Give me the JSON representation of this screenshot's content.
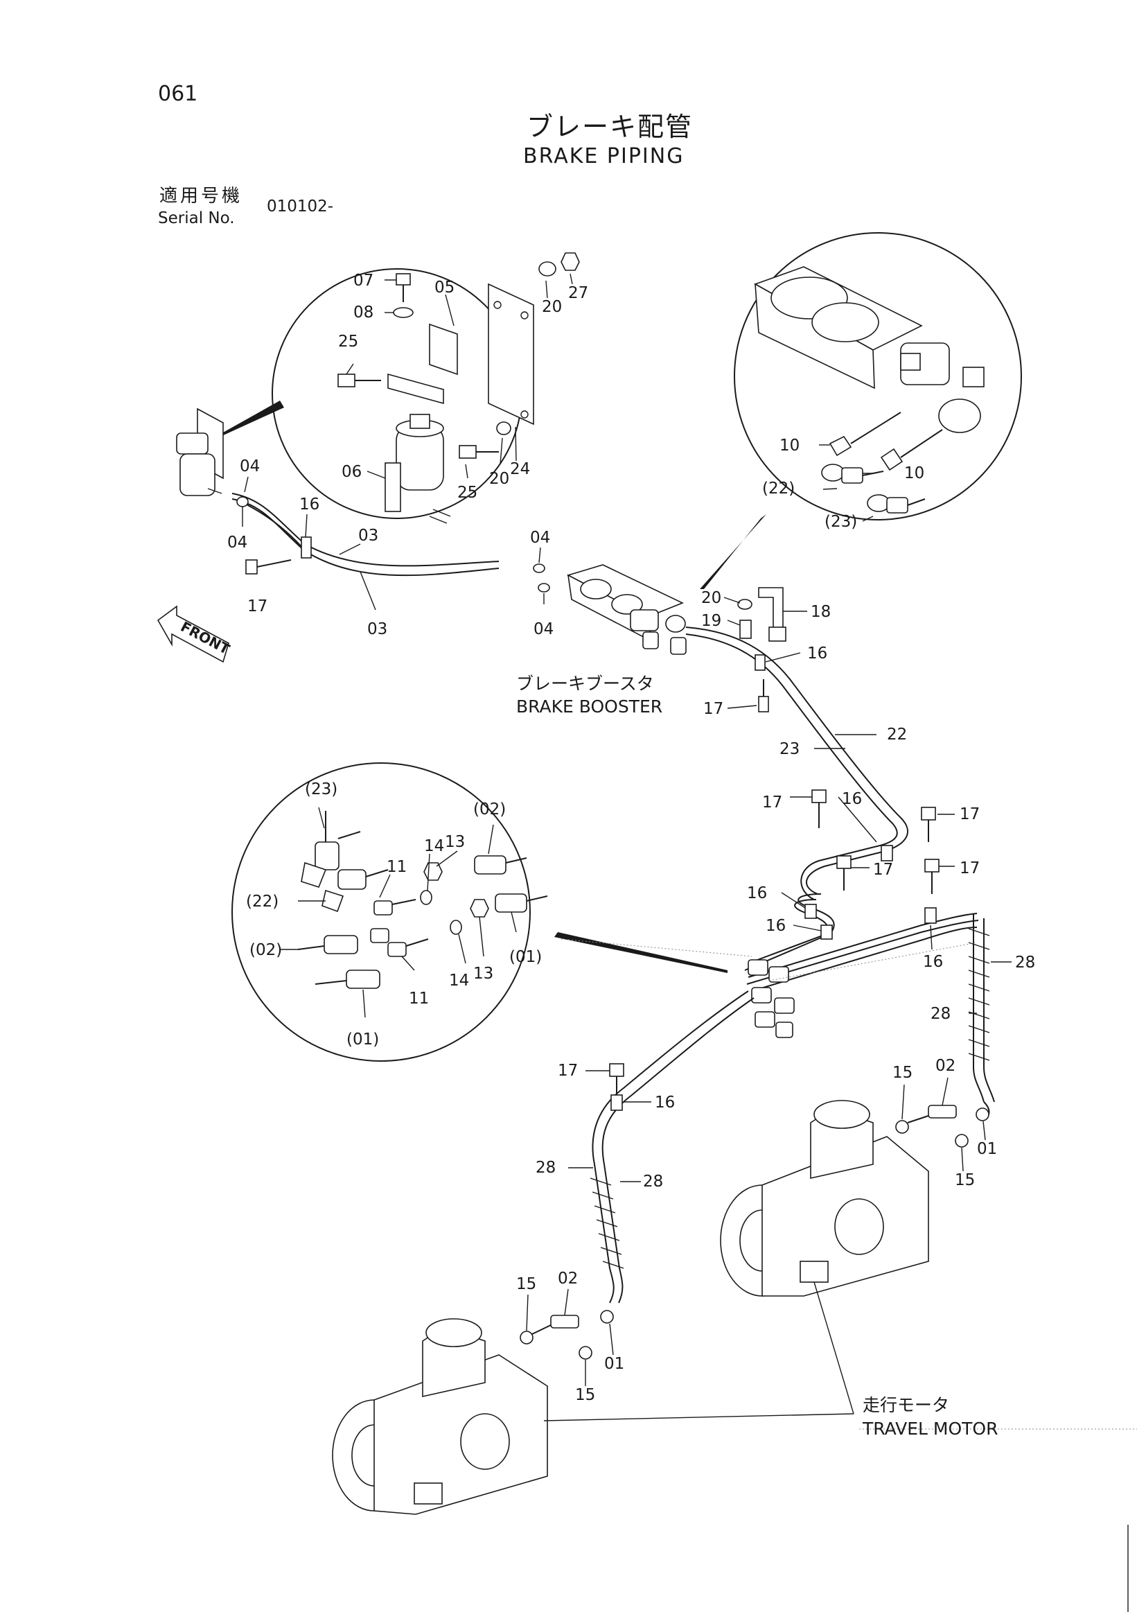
{
  "header": {
    "page_number": "061",
    "title_jp": "ブレーキ配管",
    "title_en": "BRAKE PIPING",
    "serial_label_jp": "適用号機",
    "serial_label_en": "Serial No.",
    "serial_value": "010102-"
  },
  "components": {
    "front": "FRONT",
    "brake_booster_jp": "ブレーキブースタ",
    "brake_booster_en": "BRAKE BOOSTER",
    "travel_motor_jp": "走行モータ",
    "travel_motor_en": "TRAVEL MOTOR"
  },
  "callouts": {
    "c07": "07",
    "c08": "08",
    "c05": "05",
    "c20a": "20",
    "c27": "27",
    "c25a": "25",
    "c06": "06",
    "c25b": "25",
    "c20b": "20",
    "c24": "24",
    "c10a": "10",
    "c22p": "(22)",
    "c10b": "10",
    "c23p": "(23)",
    "c04a": "04",
    "c04b": "04",
    "c16a": "16",
    "c03a": "03",
    "c03b": "03",
    "c17a": "17",
    "c04c": "04",
    "c04d": "04",
    "c20c": "20",
    "c19": "19",
    "c18": "18",
    "c16b": "16",
    "c17b": "17",
    "c22": "22",
    "c23": "23",
    "c17c": "17",
    "c16c": "16",
    "c17d": "17",
    "c17e": "17",
    "c17f": "17",
    "c16d": "16",
    "c16e": "16",
    "c16f": "16",
    "c28a": "28",
    "c28b": "28",
    "d23p": "(23)",
    "d02p": "(02)",
    "d14a": "14",
    "d13a": "13",
    "d11a": "11",
    "d22p": "(22)",
    "d02q": "(02)",
    "d01p": "(01)",
    "d14b": "14",
    "d13b": "13",
    "d11b": "11",
    "d01q": "(01)",
    "c17g": "17",
    "c16g": "16",
    "c15a": "15",
    "c02a": "02",
    "c15b": "15",
    "c01a": "01",
    "c28c": "28",
    "c28d": "28",
    "c15c": "15",
    "c02b": "02",
    "c15d": "15",
    "c01b": "01"
  }
}
